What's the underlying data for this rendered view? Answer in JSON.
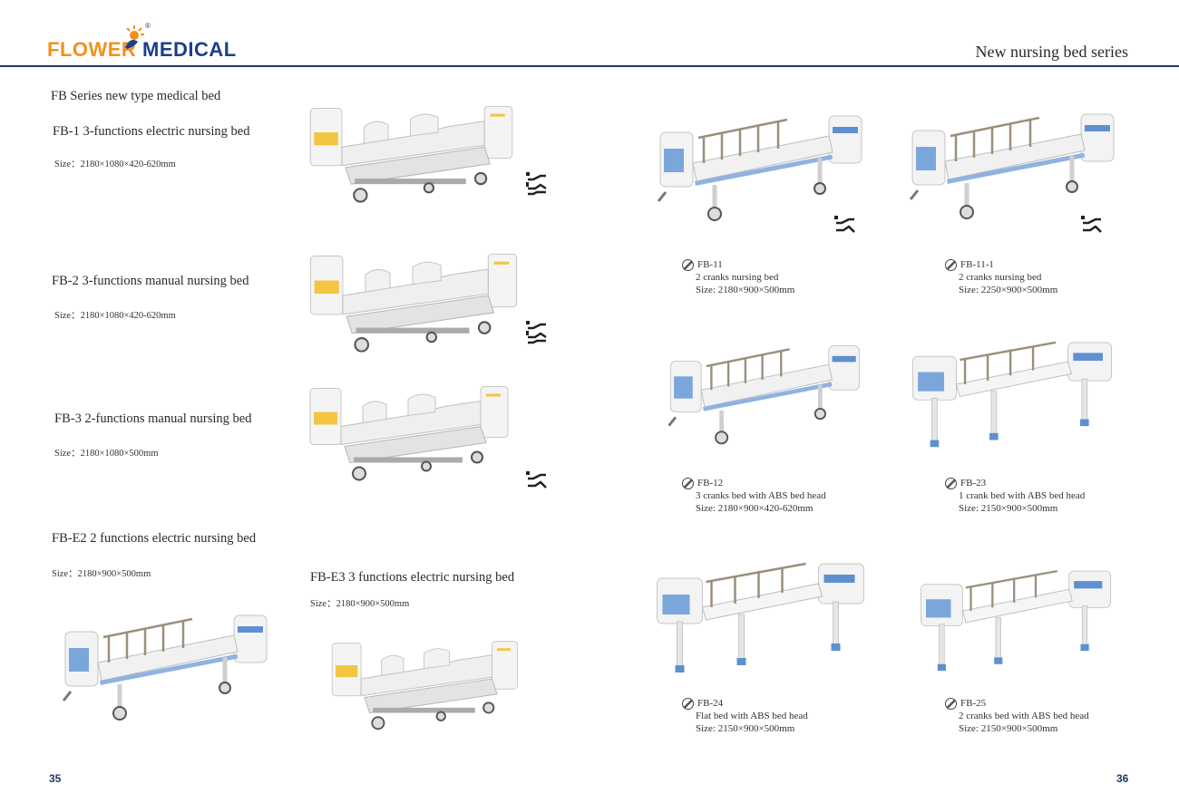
{
  "brand": {
    "name_left": "FLOWER",
    "name_right": "MEDICAL",
    "reg": "®"
  },
  "header": {
    "series_title": "New nursing bed series"
  },
  "left_page": {
    "section_title": "FB Series new type medical bed",
    "items": [
      {
        "model": "FB-1  3-functions electric nursing bed",
        "size": "Size：2180×1080×420-620mm"
      },
      {
        "model": "FB-2  3-functions manual nursing bed",
        "size": "Size：2180×1080×420-620mm"
      },
      {
        "model": "FB-3  2-functions manual nursing bed",
        "size": "Size：2180×1080×500mm"
      },
      {
        "model": "FB-E2  2 functions electric nursing bed",
        "size": "Size：2180×900×500mm"
      },
      {
        "model": "FB-E3  3 functions electric nursing bed",
        "size": "Size：2180×900×500mm"
      }
    ],
    "page_number": "35"
  },
  "right_page": {
    "products": [
      {
        "code": "FB-11",
        "desc": "2 cranks nursing bed",
        "size": "Size: 2180×900×500mm"
      },
      {
        "code": "FB-11-1",
        "desc": "2 cranks nursing bed",
        "size": "Size: 2250×900×500mm"
      },
      {
        "code": "FB-12",
        "desc": "3 cranks bed with ABS bed head",
        "size": "Size: 2180×900×420-620mm"
      },
      {
        "code": "FB-23",
        "desc": "1 crank bed with ABS bed head",
        "size": "Size: 2150×900×500mm"
      },
      {
        "code": "FB-24",
        "desc": "Flat bed with ABS bed head",
        "size": "Size: 2150×900×500mm"
      },
      {
        "code": "FB-25",
        "desc": "2 cranks bed with ABS bed head",
        "size": "Size: 2150×900×500mm"
      }
    ],
    "page_number": "36"
  },
  "colors": {
    "navy": "#1d3a66",
    "orange": "#f0911e",
    "brand_blue": "#1d3f8a",
    "panel_yellow": "#f4c542",
    "panel_blue": "#7aa6dc"
  },
  "icons": [
    "3-function-position-icon",
    "2-function-position-icon"
  ]
}
